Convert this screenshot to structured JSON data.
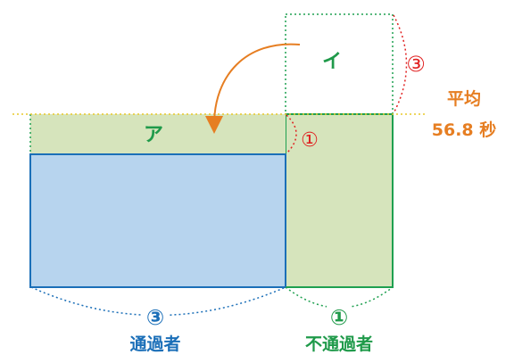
{
  "colors": {
    "blue_fill": "#b7d4ee",
    "blue_stroke": "#1b6fb8",
    "green_fill": "#d6e4bc",
    "green_stroke": "#1fa050",
    "red": "#e02020",
    "orange": "#e67e22",
    "average_line": "#e8c82a",
    "text_green": "#1f9a4a",
    "text_blue": "#1b6fb8"
  },
  "labels": {
    "a": "ア",
    "i": "イ",
    "average_label": "平均",
    "average_value": "56.8 秒",
    "ratio_i_height": "③",
    "ratio_a_height": "①",
    "ratio_passers_width": "③",
    "ratio_nonpassers_width": "①",
    "passers": "通過者",
    "nonpassers": "不通過者"
  }
}
